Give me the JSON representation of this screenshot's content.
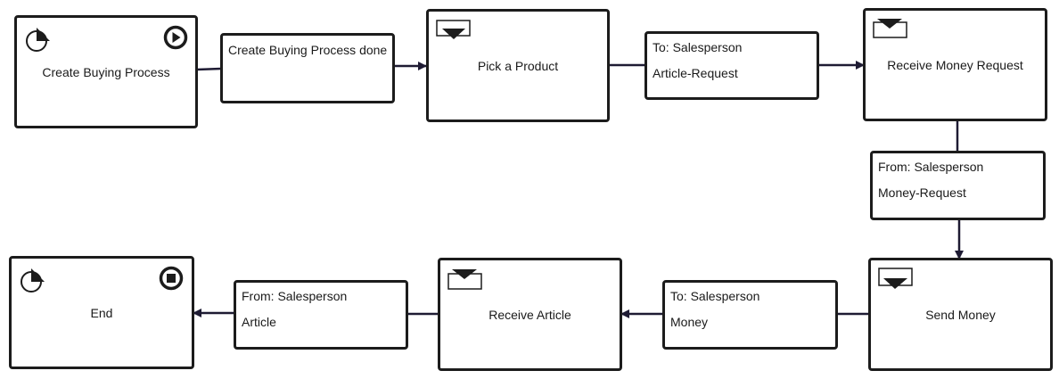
{
  "nodes": {
    "create_buying_process": {
      "label": "Create Buying Process"
    },
    "create_done": {
      "label": "Create Buying Process done"
    },
    "pick_product": {
      "label": "Pick a Product"
    },
    "msg_article_request": {
      "line1": "To: Salesperson",
      "line2": "Article-Request"
    },
    "receive_money_request": {
      "label": "Receive Money Request"
    },
    "msg_money_request": {
      "line1": "From: Salesperson",
      "line2": "Money-Request"
    },
    "send_money": {
      "label": "Send Money"
    },
    "msg_money": {
      "line1": "To: Salesperson",
      "line2": "Money"
    },
    "receive_article": {
      "label": "Receive Article"
    },
    "msg_article": {
      "line1": "From: Salesperson",
      "line2": "Article"
    },
    "end": {
      "label": "End"
    }
  },
  "icons": {
    "start_state": "pie-clock-icon",
    "play": "play-circle-icon",
    "stop": "stop-circle-icon",
    "receive": "inbox-tray-icon",
    "send": "outbox-tray-icon"
  },
  "colors": {
    "stroke": "#1c1c1c",
    "edge": "#1e1b33"
  }
}
